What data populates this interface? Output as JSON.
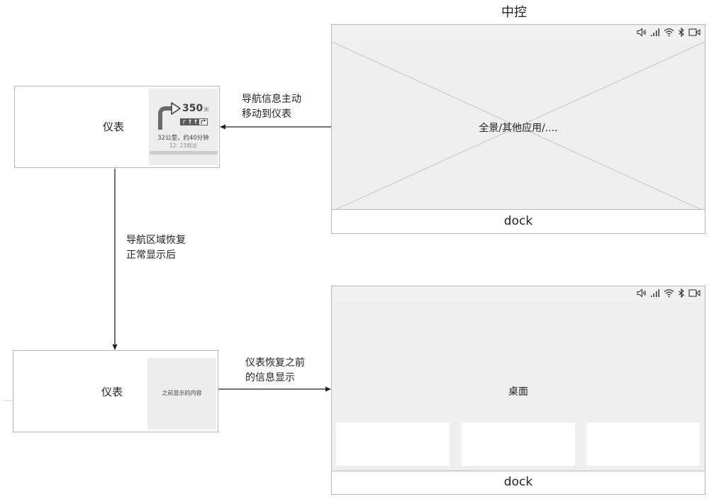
{
  "title": "中控",
  "console_top": {
    "status_icons": [
      "speaker-icon",
      "signal-icon",
      "wifi-icon",
      "bluetooth-icon",
      "camera-icon"
    ],
    "main_label": "全景/其他应用/....",
    "dock_label": "dock"
  },
  "cluster_top": {
    "label": "仪表",
    "nav": {
      "distance": "350",
      "unit": "米",
      "summary": "32公里，约40分钟",
      "eta": "12: 23到达"
    }
  },
  "arrow_to_cluster": {
    "label_line1": "导航信息主动",
    "label_line2": "移动到仪表"
  },
  "arrow_down": {
    "label_line1": "导航区域恢复",
    "label_line2": "正常显示后"
  },
  "cluster_bottom": {
    "label": "仪表",
    "panel_label": "之前显示的内容"
  },
  "arrow_to_console": {
    "label_line1": "仪表恢复之前",
    "label_line2": "的信息显示"
  },
  "console_bottom": {
    "status_icons": [
      "speaker-icon",
      "signal-icon",
      "wifi-icon",
      "bluetooth-icon",
      "camera-icon"
    ],
    "main_label": "桌面",
    "dock_label": "dock"
  },
  "colors": {
    "line": "#222222",
    "border": "#b8b8b8",
    "panel": "#ededed"
  }
}
